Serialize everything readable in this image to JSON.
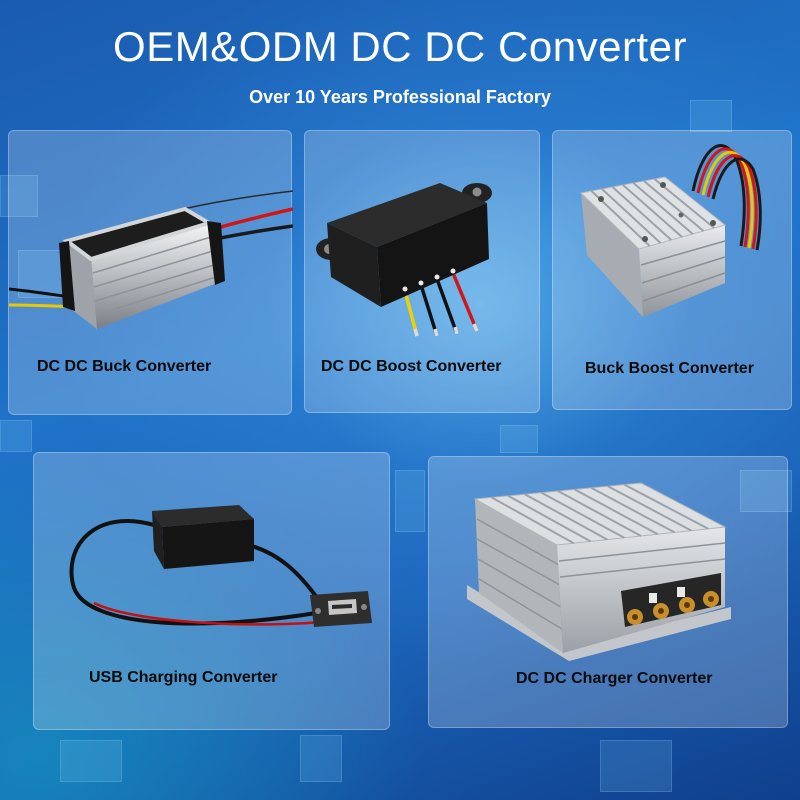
{
  "header": {
    "title": "OEM&ODM DC DC Converter",
    "subtitle": "Over 10 Years Professional Factory"
  },
  "products": [
    {
      "label": "DC DC Buck Converter",
      "image": "buck-converter-image"
    },
    {
      "label": "DC DC Boost Converter",
      "image": "boost-converter-image"
    },
    {
      "label": "Buck Boost Converter",
      "image": "buck-boost-converter-image"
    },
    {
      "label": "USB Charging Converter",
      "image": "usb-charging-converter-image"
    },
    {
      "label": "DC DC Charger Converter",
      "image": "charger-converter-image"
    }
  ],
  "colors": {
    "background": "#1b63b8",
    "title_text": "#ffffff",
    "card_panel": "#ffffff",
    "label_text": "#0a0a0a"
  }
}
